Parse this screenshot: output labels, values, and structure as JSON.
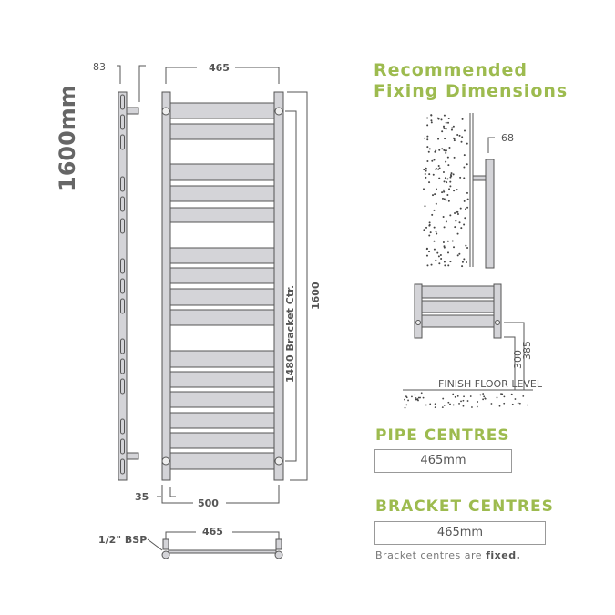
{
  "drawing": {
    "height_label": "1600mm",
    "depth_offset": "83",
    "pipe_centres_top": "465",
    "bracket_ctr_label": "1480  Bracket Ctr.",
    "overall_height": "1600",
    "rail_width": "35",
    "overall_width": "500",
    "bottom_pipe_centres": "465",
    "valve_label": "1/2\" BSP"
  },
  "fixing": {
    "title_line1": "Recommended",
    "title_line2": "Fixing Dimensions",
    "wall_distance": "68",
    "floor_300": "300",
    "floor_385": "385",
    "floor_label": "FINISH FLOOR LEVEL"
  },
  "specs": {
    "pipe_centres_title": "PIPE CENTRES",
    "pipe_centres_value": "465mm",
    "bracket_centres_title": "BRACKET CENTRES",
    "bracket_centres_value": "465mm",
    "note_prefix": "Bracket centres are ",
    "note_bold": "fixed."
  },
  "colors": {
    "accent": "#9dbb4f",
    "line": "#555555",
    "fill": "#d4d4d8"
  }
}
